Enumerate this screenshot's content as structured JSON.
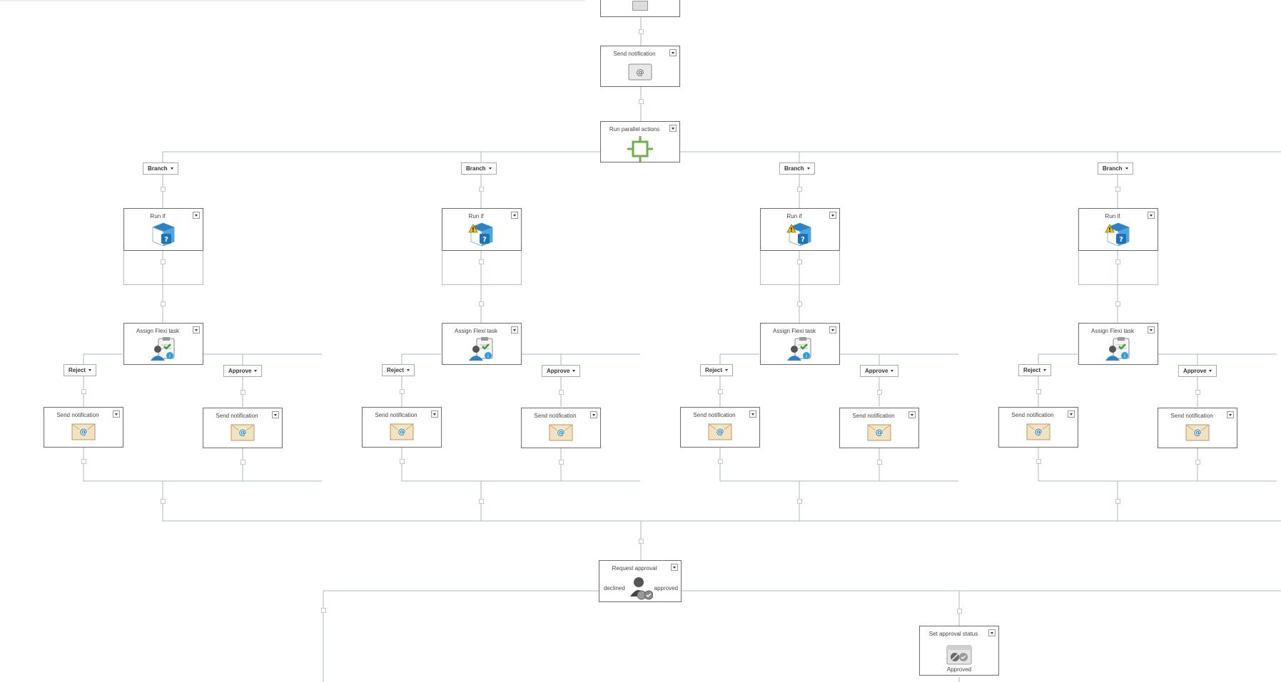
{
  "labels": {
    "send_notification": "Send notification",
    "run_parallel": "Run parallel actions",
    "run_if": "Run if",
    "assign_flexi": "Assign Flexi task",
    "request_approval": "Request approval",
    "set_approval_status": "Set approval status",
    "branch": "Branch",
    "reject": "Reject",
    "approve": "Approve",
    "declined": "declined",
    "approved_outcome": "approved",
    "approved_status": "Approved"
  },
  "colors": {
    "line": "#a9b8c2",
    "box_border": "#6b6b6b",
    "parallel_icon": "#6fb04a",
    "email_icon": "#1c8ad0",
    "task_icon": "#2d9be0"
  },
  "icons": {
    "send_notification_top": "gray-email-icon",
    "send_notification_branch": "envelope-email-icon",
    "run_parallel": "parallel-actions-icon",
    "run_if": "run-if-cube-icon",
    "run_if_warning": "warning-icon",
    "assign_flexi": "flexi-task-icon",
    "request_approval": "approval-users-icon",
    "set_approval_status": "approval-status-icon"
  },
  "branches": [
    {
      "name": "Branch",
      "run_if_warning": false
    },
    {
      "name": "Branch",
      "run_if_warning": true
    },
    {
      "name": "Branch",
      "run_if_warning": true
    },
    {
      "name": "Branch",
      "run_if_warning": true
    }
  ]
}
